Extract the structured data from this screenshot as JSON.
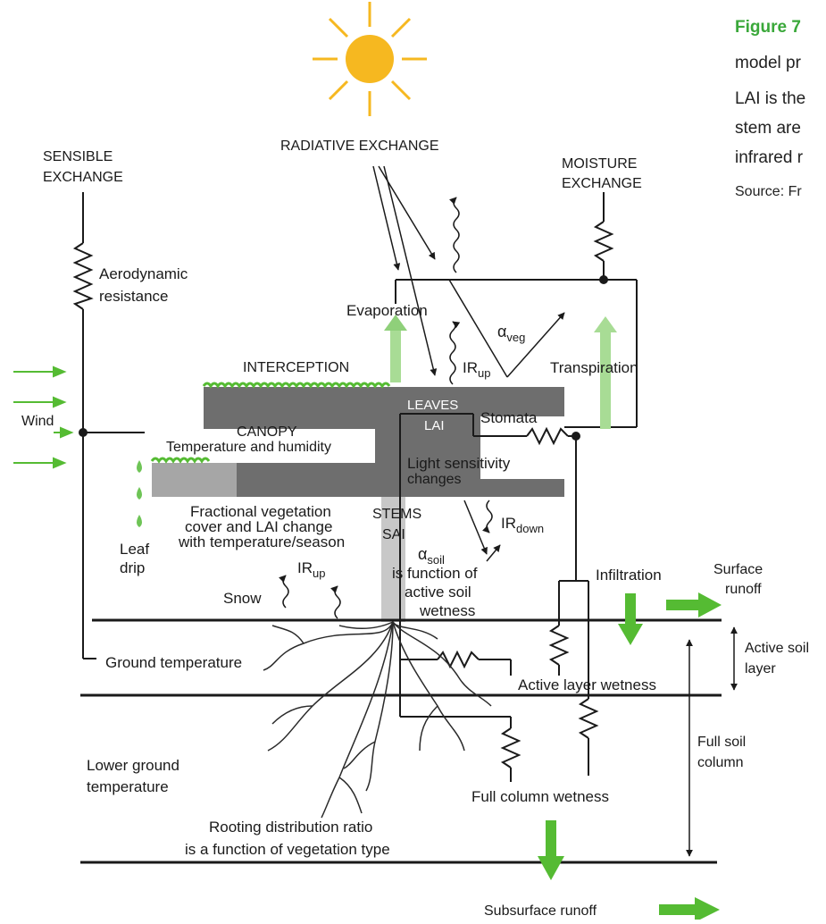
{
  "caption": {
    "figure_label": "Figure 7",
    "line1": "model pr",
    "line2": "LAI is the",
    "line3": "stem are",
    "line4": "infrared r",
    "line5": "Source: Fr"
  },
  "labels": {
    "sensible_1": "SENSIBLE",
    "sensible_2": "EXCHANGE",
    "radiative": "RADIATIVE EXCHANGE",
    "moisture_1": "MOISTURE",
    "moisture_2": "EXCHANGE",
    "aero_1": "Aerodynamic",
    "aero_2": "resistance",
    "evaporation": "Evaporation",
    "alpha_veg": "α",
    "alpha_veg_sub": "veg",
    "interception": "INTERCEPTION",
    "ir_up_top": "IR",
    "ir_up_top_sub": "up",
    "transpiration": "Transpiration",
    "wind": "Wind",
    "leaves": "LEAVES",
    "lai": "LAI",
    "stomata": "Stomata",
    "canopy": "CANOPY",
    "temp_humidity": "Temperature and humidity",
    "light_1": "Light sensitivity",
    "light_2": "changes",
    "frac_1": "Fractional vegetation",
    "frac_2": "cover and LAI change",
    "frac_3": "with temperature/season",
    "stems": "STEMS",
    "sai": "SAI",
    "ir_down": "IR",
    "ir_down_sub": "down",
    "alpha_soil": "α",
    "alpha_soil_sub": "soil",
    "is_function_1": "is function of",
    "is_function_2": "active soil",
    "is_function_3": "wetness",
    "leaf_1": "Leaf",
    "leaf_2": "drip",
    "ir_up_low": "IR",
    "ir_up_low_sub": "up",
    "snow": "Snow",
    "infiltration": "Infiltration",
    "surface_1": "Surface",
    "surface_2": "runoff",
    "ground_temp": "Ground temperature",
    "active_soil_1": "Active soil",
    "active_soil_2": "layer",
    "active_wetness": "Active layer wetness",
    "full_soil_1": "Full soil",
    "full_soil_2": "column",
    "lower_ground_1": "Lower ground",
    "lower_ground_2": "temperature",
    "full_col_wet": "Full column wetness",
    "rooting_1": "Rooting distribution ratio",
    "rooting_2": "is a function of vegetation type",
    "subsurface": "Subsurface runoff"
  },
  "colors": {
    "green": "#55bb33",
    "light_green": "#a8dc95",
    "canopy_dark": "#6e6e6e",
    "canopy_light": "#a6a6a6",
    "stem": "#c8c8c8",
    "sun": "#f6b820",
    "caption_green": "#3aa83a"
  }
}
